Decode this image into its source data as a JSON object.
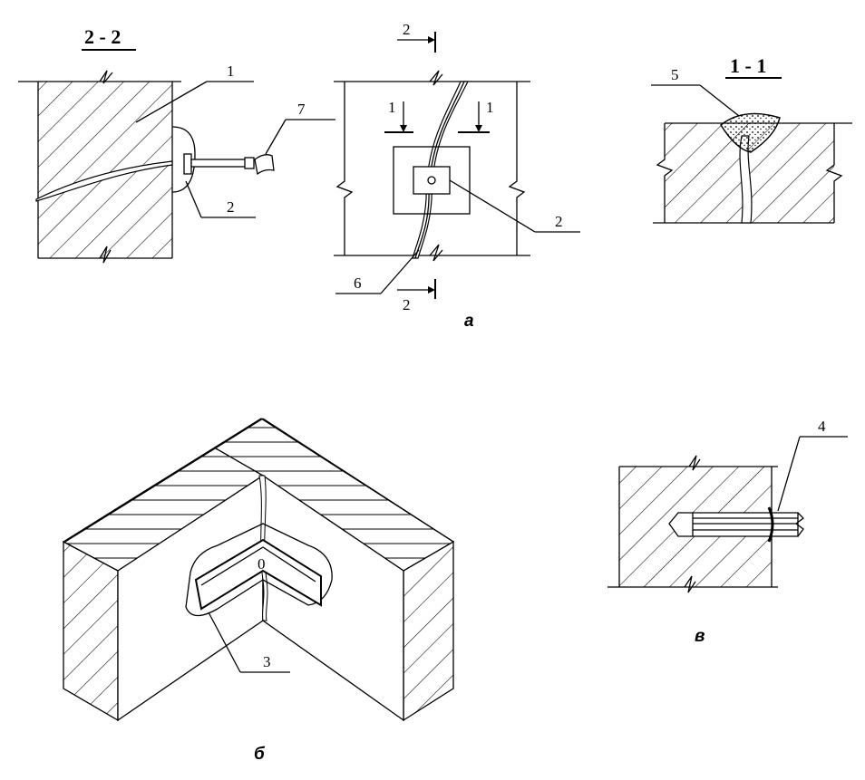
{
  "section_2_2": {
    "title": "2 - 2",
    "callouts": [
      "1",
      "7",
      "2"
    ]
  },
  "view_a": {
    "caption": "а",
    "section_marks": [
      "2",
      "2",
      "1",
      "1"
    ],
    "callouts": [
      "2",
      "6"
    ]
  },
  "section_1_1": {
    "title": "1 - 1",
    "callouts": [
      "5"
    ]
  },
  "view_b": {
    "caption": "б",
    "callouts": [
      "3"
    ],
    "marker": "0"
  },
  "view_v": {
    "caption": "в",
    "callouts": [
      "4"
    ]
  }
}
